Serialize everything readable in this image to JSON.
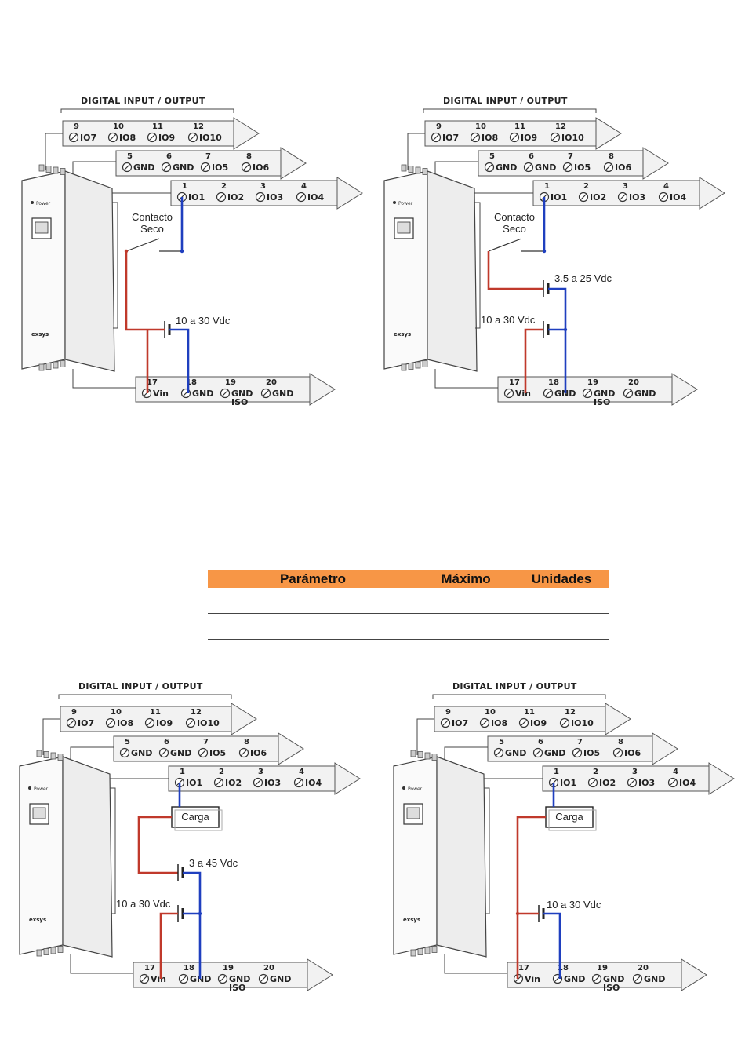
{
  "diagrams": [
    {
      "header": "DIGITAL INPUT / OUTPUT",
      "variant": "dry-contact-single",
      "element_label": "Contacto\nSeco",
      "supplies": [
        "10 a 30 Vdc"
      ]
    },
    {
      "header": "DIGITAL INPUT / OUTPUT",
      "variant": "dry-contact-dual",
      "element_label": "Contacto\nSeco",
      "supplies": [
        "3.5 a 25 Vdc",
        "10 a 30 Vdc"
      ]
    },
    {
      "header": "DIGITAL INPUT / OUTPUT",
      "variant": "load-dual",
      "element_label": "Carga",
      "supplies": [
        "3 a 45 Vdc",
        "10 a 30 Vdc"
      ]
    },
    {
      "header": "DIGITAL INPUT / OUTPUT",
      "variant": "load-single",
      "element_label": "Carga",
      "supplies": [
        "10 a 30 Vdc"
      ]
    }
  ],
  "strips": {
    "top": {
      "nums": [
        "9",
        "10",
        "11",
        "12"
      ],
      "labels": [
        "IO7",
        "IO8",
        "IO9",
        "IO10"
      ]
    },
    "mid": {
      "nums": [
        "5",
        "6",
        "7",
        "8"
      ],
      "labels": [
        "GND",
        "GND",
        "IO5",
        "IO6"
      ]
    },
    "low": {
      "nums": [
        "1",
        "2",
        "3",
        "4"
      ],
      "labels": [
        "IO1",
        "IO2",
        "IO3",
        "IO4"
      ]
    },
    "bottom": {
      "nums": [
        "17",
        "18",
        "19",
        "20"
      ],
      "labels": [
        "Vin",
        "GND",
        "GND\nISO",
        "GND"
      ]
    }
  },
  "device": {
    "power_label": "Power",
    "brand_label": "exsys"
  },
  "colors": {
    "positive_wire": "#c0392b",
    "negative_wire": "#1f3fbf",
    "table_header": "#f79646"
  },
  "table": {
    "headers": [
      "Parámetro",
      "Máximo",
      "Unidades"
    ],
    "rows": [
      [
        "",
        "",
        ""
      ],
      [
        "",
        "",
        ""
      ]
    ]
  }
}
